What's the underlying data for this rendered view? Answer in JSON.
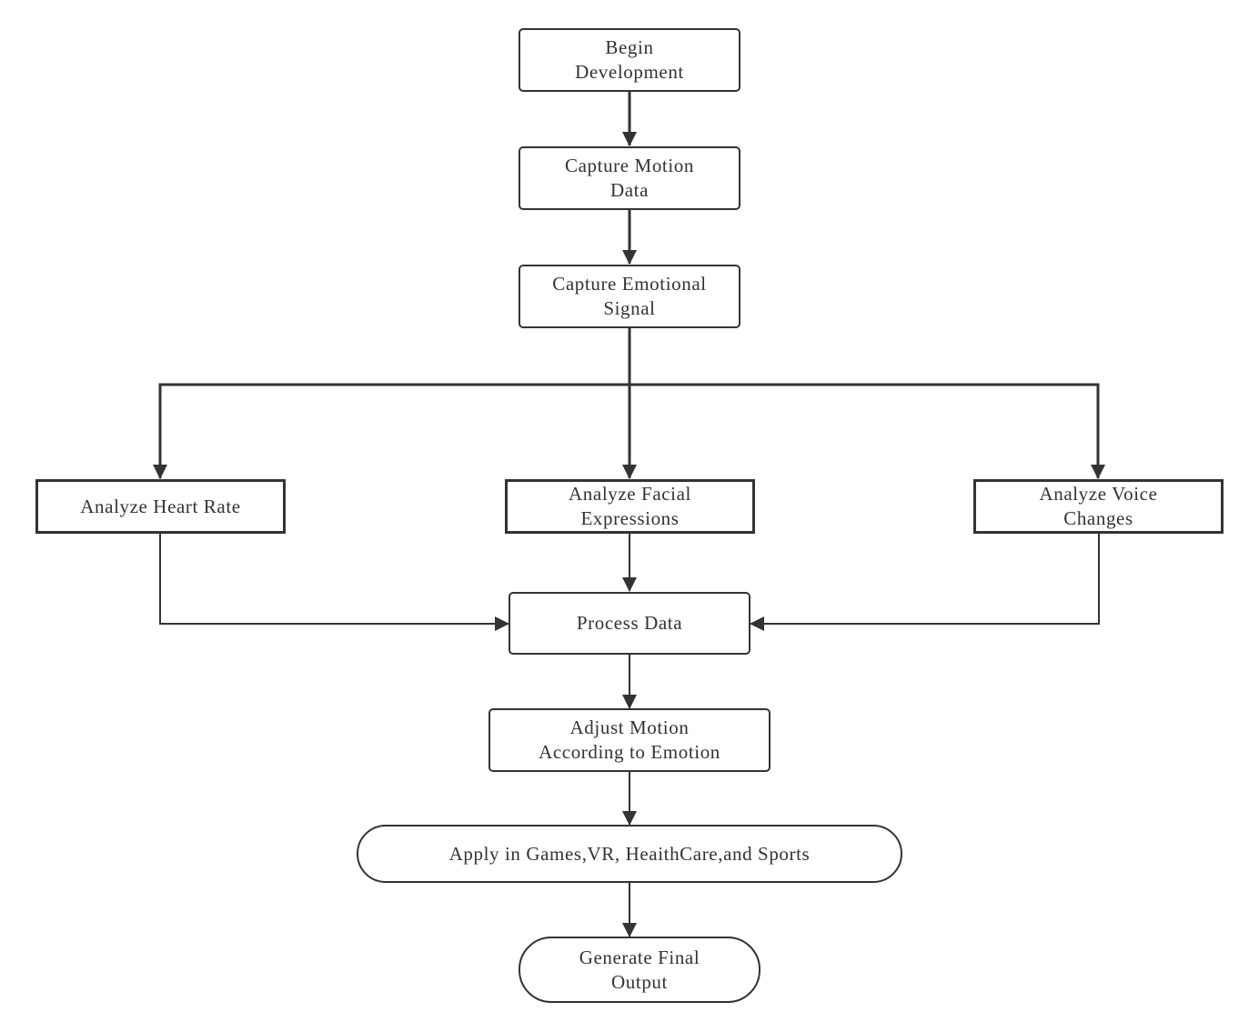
{
  "steps": {
    "begin": "Begin\nDevelopment",
    "capture_motion": "Capture Motion\nData",
    "capture_emotion": "Capture Emotional\nSignal",
    "heart_rate": "Analyze Heart Rate",
    "facial": "Analyze Facial\nExpressions",
    "voice": "Analyze Voice\nChanges",
    "process": "Process Data",
    "adjust": "Adjust Motion\nAccording to Emotion",
    "apply": "Apply in Games,VR, HeaithCare,and Sports",
    "final": "Generate Final\nOutput"
  },
  "connections": [
    {
      "from": "begin",
      "to": "capture_motion"
    },
    {
      "from": "capture_motion",
      "to": "capture_emotion"
    },
    {
      "from": "capture_emotion",
      "to": "heart_rate"
    },
    {
      "from": "capture_emotion",
      "to": "facial"
    },
    {
      "from": "capture_emotion",
      "to": "voice"
    },
    {
      "from": "heart_rate",
      "to": "process"
    },
    {
      "from": "facial",
      "to": "process"
    },
    {
      "from": "voice",
      "to": "process"
    },
    {
      "from": "process",
      "to": "adjust"
    },
    {
      "from": "adjust",
      "to": "apply"
    },
    {
      "from": "apply",
      "to": "final"
    }
  ],
  "colors": {
    "stroke": "#333333",
    "text": "#333333",
    "background": "#ffffff"
  }
}
